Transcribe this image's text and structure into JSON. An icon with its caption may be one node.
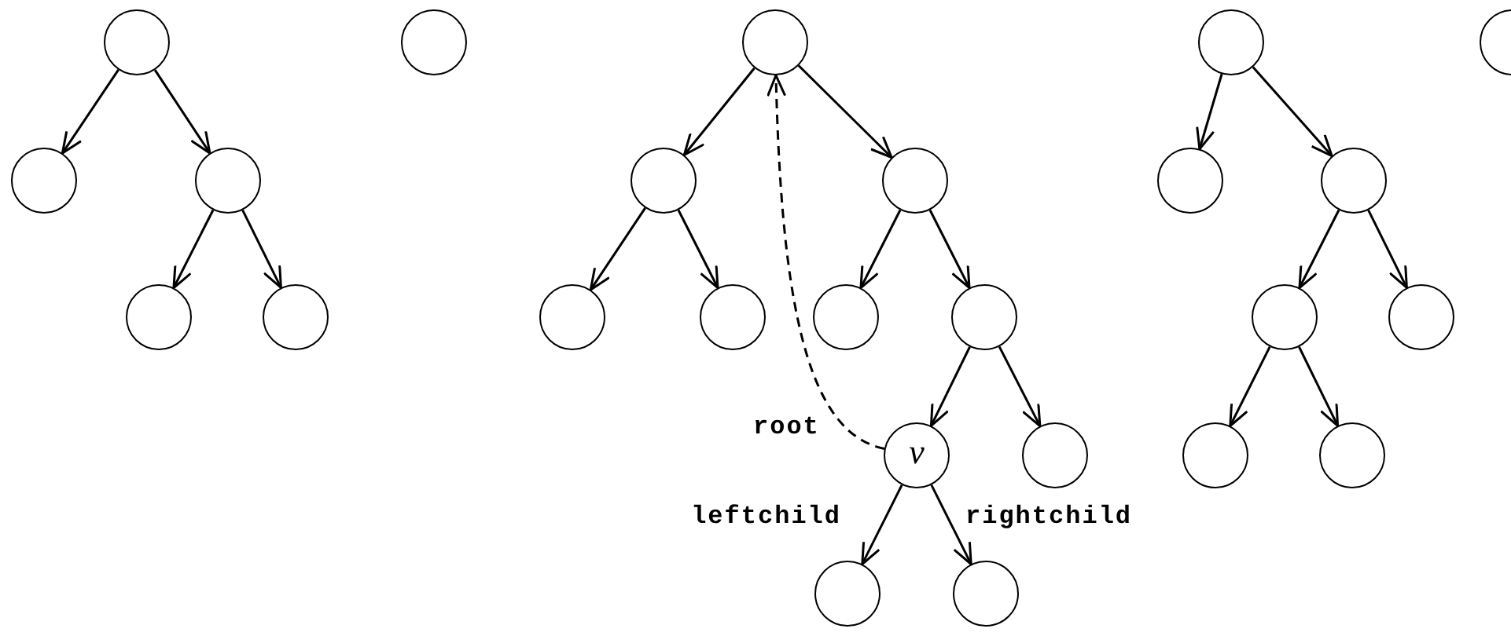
{
  "diagram": {
    "nodes": [
      {
        "text": [],
        "shape": "circle"
      },
      {
        "text": [],
        "shape": "circle"
      },
      {
        "text": [],
        "shape": "circle"
      },
      {
        "text": [],
        "shape": "circle"
      },
      {
        "text": [],
        "shape": "circle"
      },
      {
        "text": [],
        "shape": "circle"
      },
      {
        "text": [],
        "shape": "circle"
      },
      {
        "text": [],
        "shape": "circle"
      },
      {
        "text": [],
        "shape": "circle"
      },
      {
        "text": [],
        "shape": "circle"
      },
      {
        "text": [],
        "shape": "circle"
      },
      {
        "text": [],
        "shape": "circle"
      },
      {
        "text": [],
        "shape": "circle"
      },
      {
        "text": [
          "v"
        ]
      },
      {
        "text": [],
        "shape": "circle"
      },
      {
        "text": [],
        "shape": "circle"
      },
      {
        "text": [],
        "shape": "circle"
      },
      {
        "text": [],
        "shape": "circle"
      },
      {
        "text": [],
        "shape": "circle"
      },
      {
        "text": [],
        "shape": "circle"
      },
      {
        "text": [],
        "shape": "circle"
      },
      {
        "text": [],
        "shape": "circle"
      },
      {
        "text": [],
        "shape": "circle"
      },
      {
        "text": [],
        "shape": "circle"
      },
      {
        "text": [],
        "shape": "circle"
      }
    ],
    "edges": [
      {
        "from": 0,
        "to": 1,
        "arrow": "to"
      },
      {
        "from": 0,
        "to": 2,
        "arrow": "to"
      },
      {
        "from": 2,
        "to": 3,
        "arrow": "to"
      },
      {
        "from": 2,
        "to": 4,
        "arrow": "to"
      },
      {
        "from": 6,
        "to": 7,
        "arrow": "to"
      },
      {
        "from": 6,
        "to": 8,
        "arrow": "to"
      },
      {
        "from": 7,
        "to": 9,
        "arrow": "to"
      },
      {
        "from": 7,
        "to": 10,
        "arrow": "to"
      },
      {
        "from": 8,
        "to": 11,
        "arrow": "to"
      },
      {
        "from": 8,
        "to": 12,
        "arrow": "to"
      },
      {
        "from": 12,
        "to": 13,
        "arrow": "to"
      },
      {
        "from": 12,
        "to": 14,
        "arrow": "to"
      },
      {
        "from": 13,
        "to": 15,
        "arrow": "to",
        "label": "leftchild"
      },
      {
        "from": 13,
        "to": 16,
        "arrow": "to",
        "label": "rightchild"
      },
      {
        "from": 13,
        "to": 6,
        "arrow": "to",
        "label": "root",
        "style": "dashed"
      },
      {
        "from": 17,
        "to": 18,
        "arrow": "to"
      },
      {
        "from": 17,
        "to": 19,
        "arrow": "to"
      },
      {
        "from": 19,
        "to": 20,
        "arrow": "to"
      },
      {
        "from": 19,
        "to": 21,
        "arrow": "to"
      },
      {
        "from": 20,
        "to": 22,
        "arrow": "to"
      },
      {
        "from": 20,
        "to": 23,
        "arrow": "to"
      }
    ]
  }
}
